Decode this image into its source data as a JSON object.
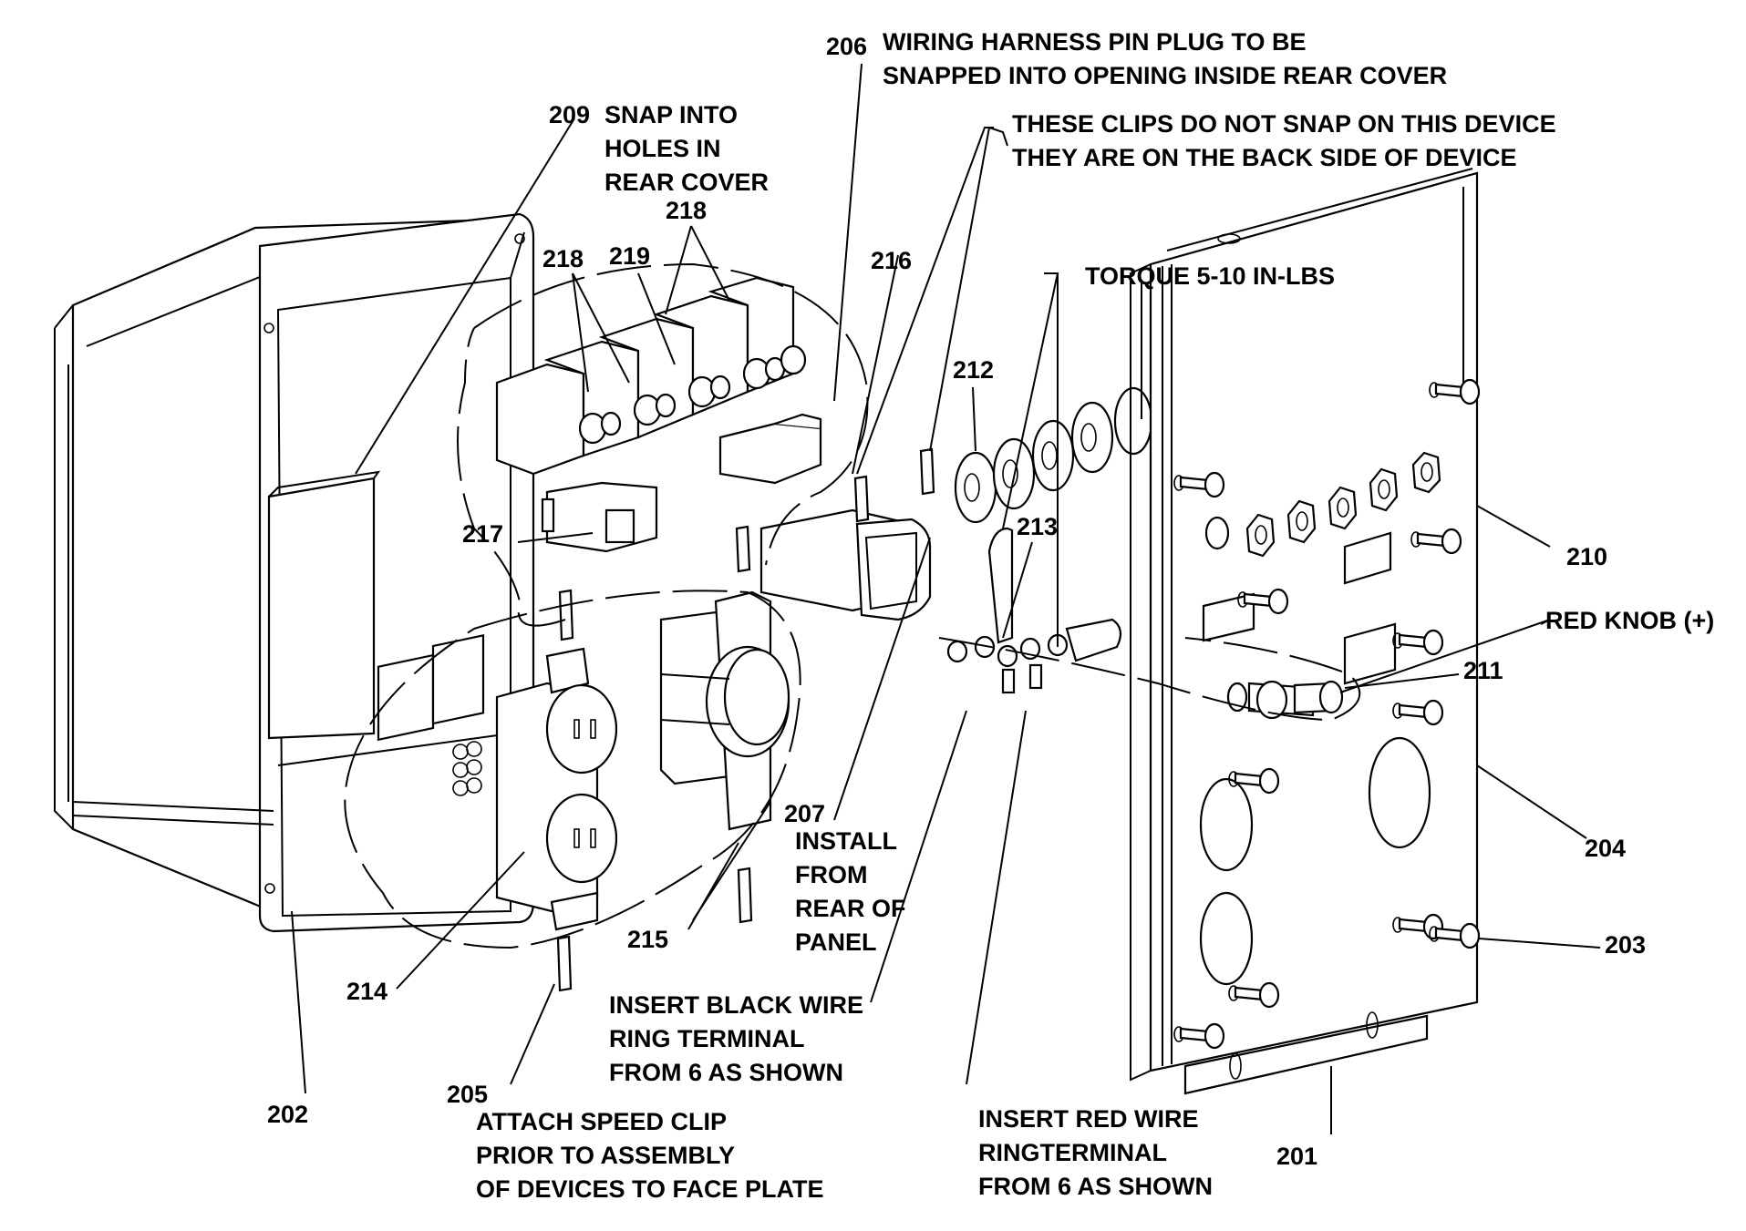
{
  "diagram": {
    "title": "Exploded assembly view of power outlet panel",
    "colors": {
      "line": "#000000",
      "background": "#ffffff"
    },
    "callouts": [
      {
        "id": "206",
        "number": "206",
        "lines": [
          "WIRING HARNESS PIN PLUG TO BE",
          "SNAPPED INTO OPENING INSIDE REAR COVER"
        ]
      },
      {
        "id": "209",
        "number": "209",
        "lines": [
          "SNAP INTO",
          "HOLES IN",
          "REAR COVER"
        ]
      },
      {
        "id": "clips-note",
        "number": "",
        "lines": [
          "THESE CLIPS DO NOT SNAP ON THIS DEVICE",
          "THEY ARE ON THE BACK SIDE OF DEVICE"
        ]
      },
      {
        "id": "torque-note",
        "number": "",
        "lines": [
          "TORQUE 5-10 IN-LBS"
        ]
      },
      {
        "id": "red-knob",
        "number": "",
        "lines": [
          "RED KNOB (+)"
        ]
      },
      {
        "id": "207",
        "number": "207",
        "lines": [
          "INSTALL",
          "FROM",
          "REAR OF",
          "PANEL"
        ]
      },
      {
        "id": "black-wire-note",
        "number": "",
        "lines": [
          "INSERT BLACK WIRE",
          "RING TERMINAL",
          "FROM 6 AS SHOWN"
        ]
      },
      {
        "id": "red-wire-note",
        "number": "",
        "lines": [
          "INSERT RED WIRE",
          "RINGTERMINAL",
          "FROM 6 AS SHOWN"
        ]
      },
      {
        "id": "205",
        "number": "205",
        "lines": [
          "ATTACH SPEED CLIP",
          "PRIOR TO ASSEMBLY",
          "OF DEVICES TO FACE PLATE"
        ]
      }
    ],
    "part_numbers": [
      "201",
      "202",
      "203",
      "204",
      "210",
      "211",
      "212",
      "213",
      "214",
      "215",
      "216",
      "217",
      "218",
      "218",
      "219"
    ]
  }
}
